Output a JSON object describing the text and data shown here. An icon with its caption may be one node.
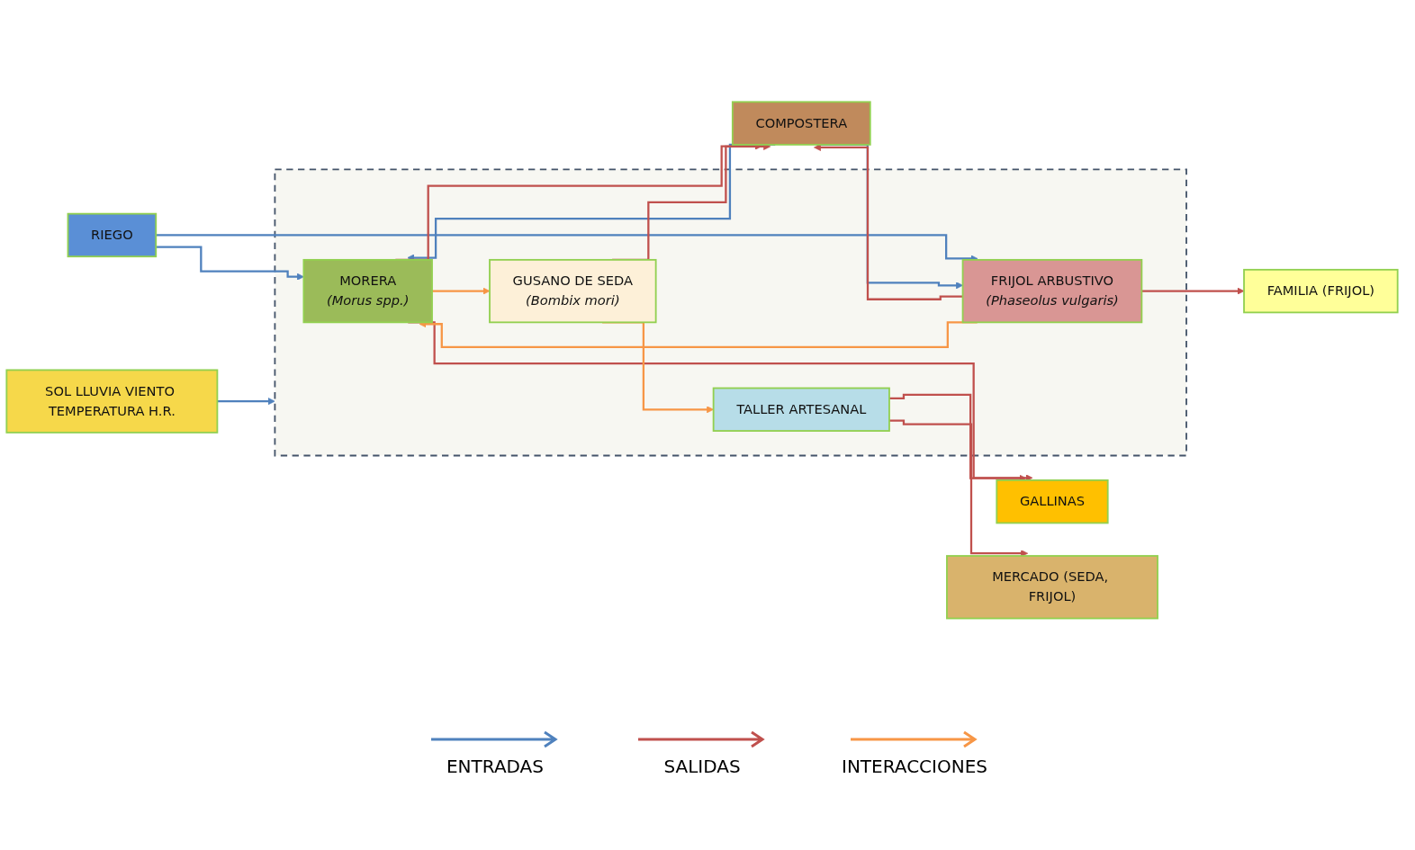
{
  "diagram": {
    "nodes": [
      {
        "text": [
          "SOL LLUVIA VIENTO TEMPERATURA H.R."
        ]
      },
      {
        "text": [
          "COMPOSTERA"
        ]
      },
      {
        "text": [
          "RIEGO"
        ]
      },
      {
        "text": [],
        "shape": "box"
      },
      {
        "text": [
          "MORERA",
          "(Morus spp.)"
        ],
        "in": 3
      },
      {
        "text": [
          "GUSANO DE SEDA",
          "(Bombix mori)"
        ],
        "in": 3
      },
      {
        "text": [
          "FRIJOL ARBUSTIVO",
          "(Phaseolus vulgaris)"
        ],
        "in": 3
      },
      {
        "text": [
          "TALLER ARTESANAL"
        ],
        "in": 3
      },
      {
        "text": [
          "GALLINAS"
        ]
      },
      {
        "text": [
          "MERCADO (SEDA, FRIJOL)"
        ]
      },
      {
        "text": [
          "FAMILIA (FRIJOL)"
        ]
      }
    ],
    "edges": [
      {
        "from": 0,
        "to": 3,
        "arrow": "to",
        "color": "#4f81bd"
      },
      {
        "from": 2,
        "to": 4,
        "arrow": "to",
        "color": "#4f81bd"
      },
      {
        "from": 2,
        "to": 6,
        "arrow": "to",
        "color": "#4f81bd"
      },
      {
        "from": 1,
        "to": 4,
        "arrow": "to",
        "color": "#4f81bd"
      },
      {
        "from": 1,
        "to": 6,
        "arrow": "to",
        "color": "#4f81bd"
      },
      {
        "from": 4,
        "to": 1,
        "arrow": "to",
        "color": "#c0504d"
      },
      {
        "from": 5,
        "to": 1,
        "arrow": "to",
        "color": "#c0504d"
      },
      {
        "from": 6,
        "to": 1,
        "arrow": "to",
        "color": "#c0504d"
      },
      {
        "from": 4,
        "to": 8,
        "arrow": "to",
        "color": "#c0504d"
      },
      {
        "from": 4,
        "to": 5,
        "arrow": "to",
        "color": "#f79646"
      },
      {
        "from": 6,
        "to": 4,
        "arrow": "to",
        "color": "#f79646"
      },
      {
        "from": 5,
        "to": 7,
        "arrow": "to",
        "color": "#f79646"
      },
      {
        "from": 7,
        "to": 8,
        "arrow": "to",
        "color": "#c0504d"
      },
      {
        "from": 7,
        "to": 9,
        "arrow": "to",
        "color": "#c0504d"
      },
      {
        "from": 6,
        "to": 10,
        "arrow": "to",
        "color": "#c0504d"
      }
    ],
    "legend": [
      {
        "text": "ENTRADAS",
        "color": "#4f81bd"
      },
      {
        "text": "SALIDAS",
        "color": "#c0504d"
      },
      {
        "text": "INTERACCIONES",
        "color": "#f79646"
      }
    ]
  }
}
